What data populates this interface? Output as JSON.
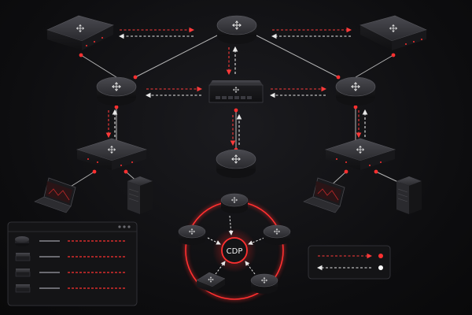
{
  "center_label": "CDP",
  "colors": {
    "background": "#0e0e10",
    "accent_red": "#ff2a2a",
    "link_white": "#d9d9d9",
    "device_body": "#2a2a2e"
  },
  "legend": {
    "items": [
      {
        "kind": "cdp-advertisement",
        "color": "#ff2a2a",
        "style": "dashed-arrow"
      },
      {
        "kind": "neighbor-response",
        "color": "#ffffff",
        "style": "dashed-arrow"
      }
    ]
  },
  "neighbor_table": {
    "rows": [
      {
        "device_icon": "router-icon"
      },
      {
        "device_icon": "switch-icon"
      },
      {
        "device_icon": "switch-icon"
      },
      {
        "device_icon": "switch-icon"
      }
    ]
  }
}
